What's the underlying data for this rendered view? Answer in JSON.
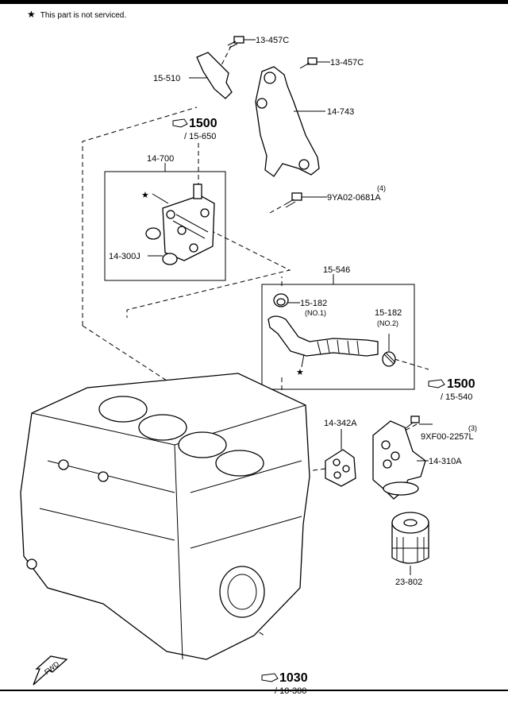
{
  "note": {
    "star": "★",
    "text": "This part is not serviced."
  },
  "labels": {
    "bolt_top": "13-457C",
    "bolt_mid": "13-457C",
    "bracket_small": "15-510",
    "bracket_large": "14-743",
    "ref_1500_a": "1500",
    "ref_1500_a_sub": "/ 15-650",
    "cooler_box": "14-700",
    "cooler_star": "★",
    "oring": "14-300J",
    "bolt_cooler": "9YA02-0681A",
    "bolt_cooler_qty": "(4)",
    "hose_box": "15-546",
    "clamp1": "15-182",
    "clamp1_no": "(NO.1)",
    "clamp2": "15-182",
    "clamp2_no": "(NO.2)",
    "hose_star": "★",
    "ref_1500_b": "1500",
    "ref_1500_b_sub": "/ 15-540",
    "gasket": "14-342A",
    "bolt_filter": "9XF00-2257L",
    "bolt_filter_qty": "(3)",
    "filter_body": "14-310A",
    "oil_filter": "23-802",
    "ref_1030": "1030",
    "ref_1030_sub": "/ 10-300",
    "fwd": "FWD"
  }
}
